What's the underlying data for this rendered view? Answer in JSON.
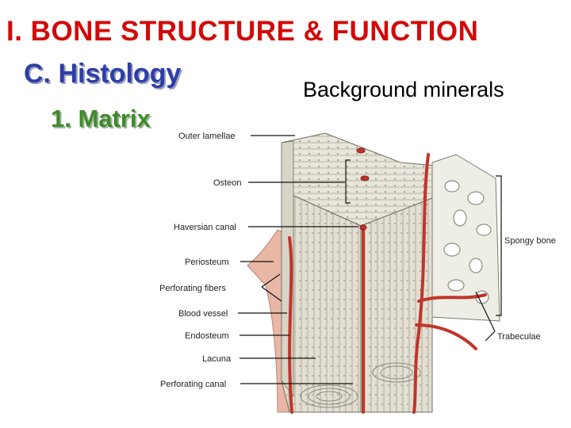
{
  "slide": {
    "title": "I.  BONE STRUCTURE & FUNCTION",
    "subtitle": "C. Histology",
    "subsection": "1. Matrix",
    "note": "Background minerals"
  },
  "diagram": {
    "labels": {
      "outer_lamellae": "Outer lamellae",
      "osteon": "Osteon",
      "haversian_canal": "Haversian canal",
      "periosteum": "Periosteum",
      "perforating_fibers": "Perforating fibers",
      "blood_vessel": "Blood vessel",
      "endosteum": "Endosteum",
      "lacuna": "Lacuna",
      "perforating_canal": "Perforating canal",
      "spongy_bone": "Spongy bone",
      "trabeculae": "Trabeculae"
    },
    "colors": {
      "bone": "#e8e6da",
      "bone_shadow": "#c9c6b6",
      "lamella_line": "#8a8a80",
      "vessel": "#c0352b",
      "periosteum": "#e9b7a6"
    }
  }
}
